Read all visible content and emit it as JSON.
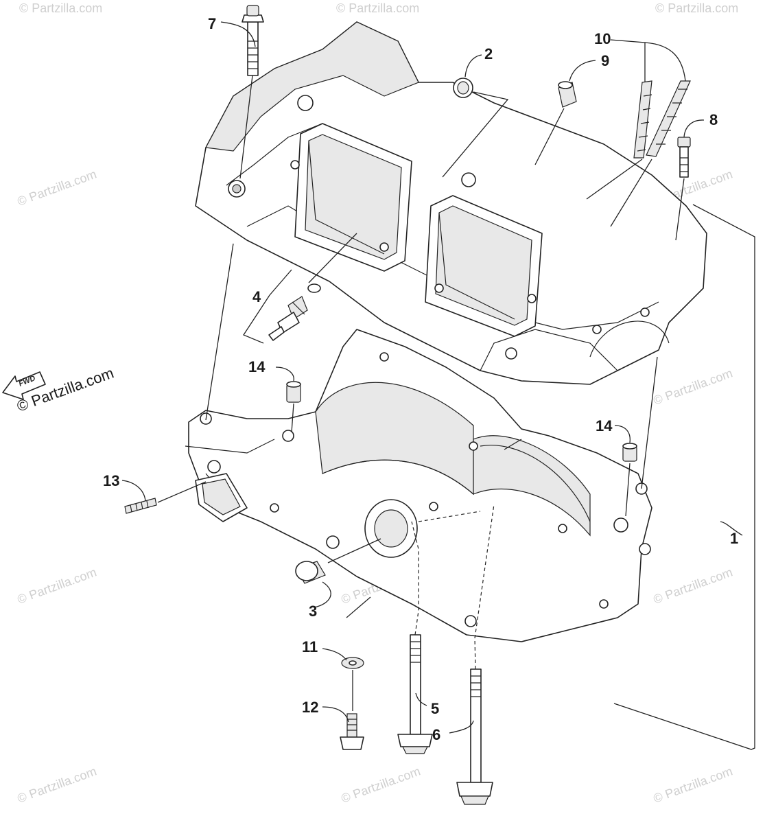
{
  "diagram": {
    "callouts": [
      {
        "id": "c1",
        "text": "1"
      },
      {
        "id": "c2",
        "text": "2"
      },
      {
        "id": "c3",
        "text": "3"
      },
      {
        "id": "c4",
        "text": "4"
      },
      {
        "id": "c5",
        "text": "5"
      },
      {
        "id": "c6",
        "text": "6"
      },
      {
        "id": "c7",
        "text": "7"
      },
      {
        "id": "c8",
        "text": "8"
      },
      {
        "id": "c9",
        "text": "9"
      },
      {
        "id": "c10",
        "text": "10"
      },
      {
        "id": "c11",
        "text": "11"
      },
      {
        "id": "c12",
        "text": "12"
      },
      {
        "id": "c13",
        "text": "13"
      },
      {
        "id": "c14a",
        "text": "14"
      },
      {
        "id": "c14b",
        "text": "14"
      }
    ],
    "fwd_label": "FWD",
    "brand_text": "© Partzilla.com",
    "watermark_text": "© Partzilla.com"
  }
}
